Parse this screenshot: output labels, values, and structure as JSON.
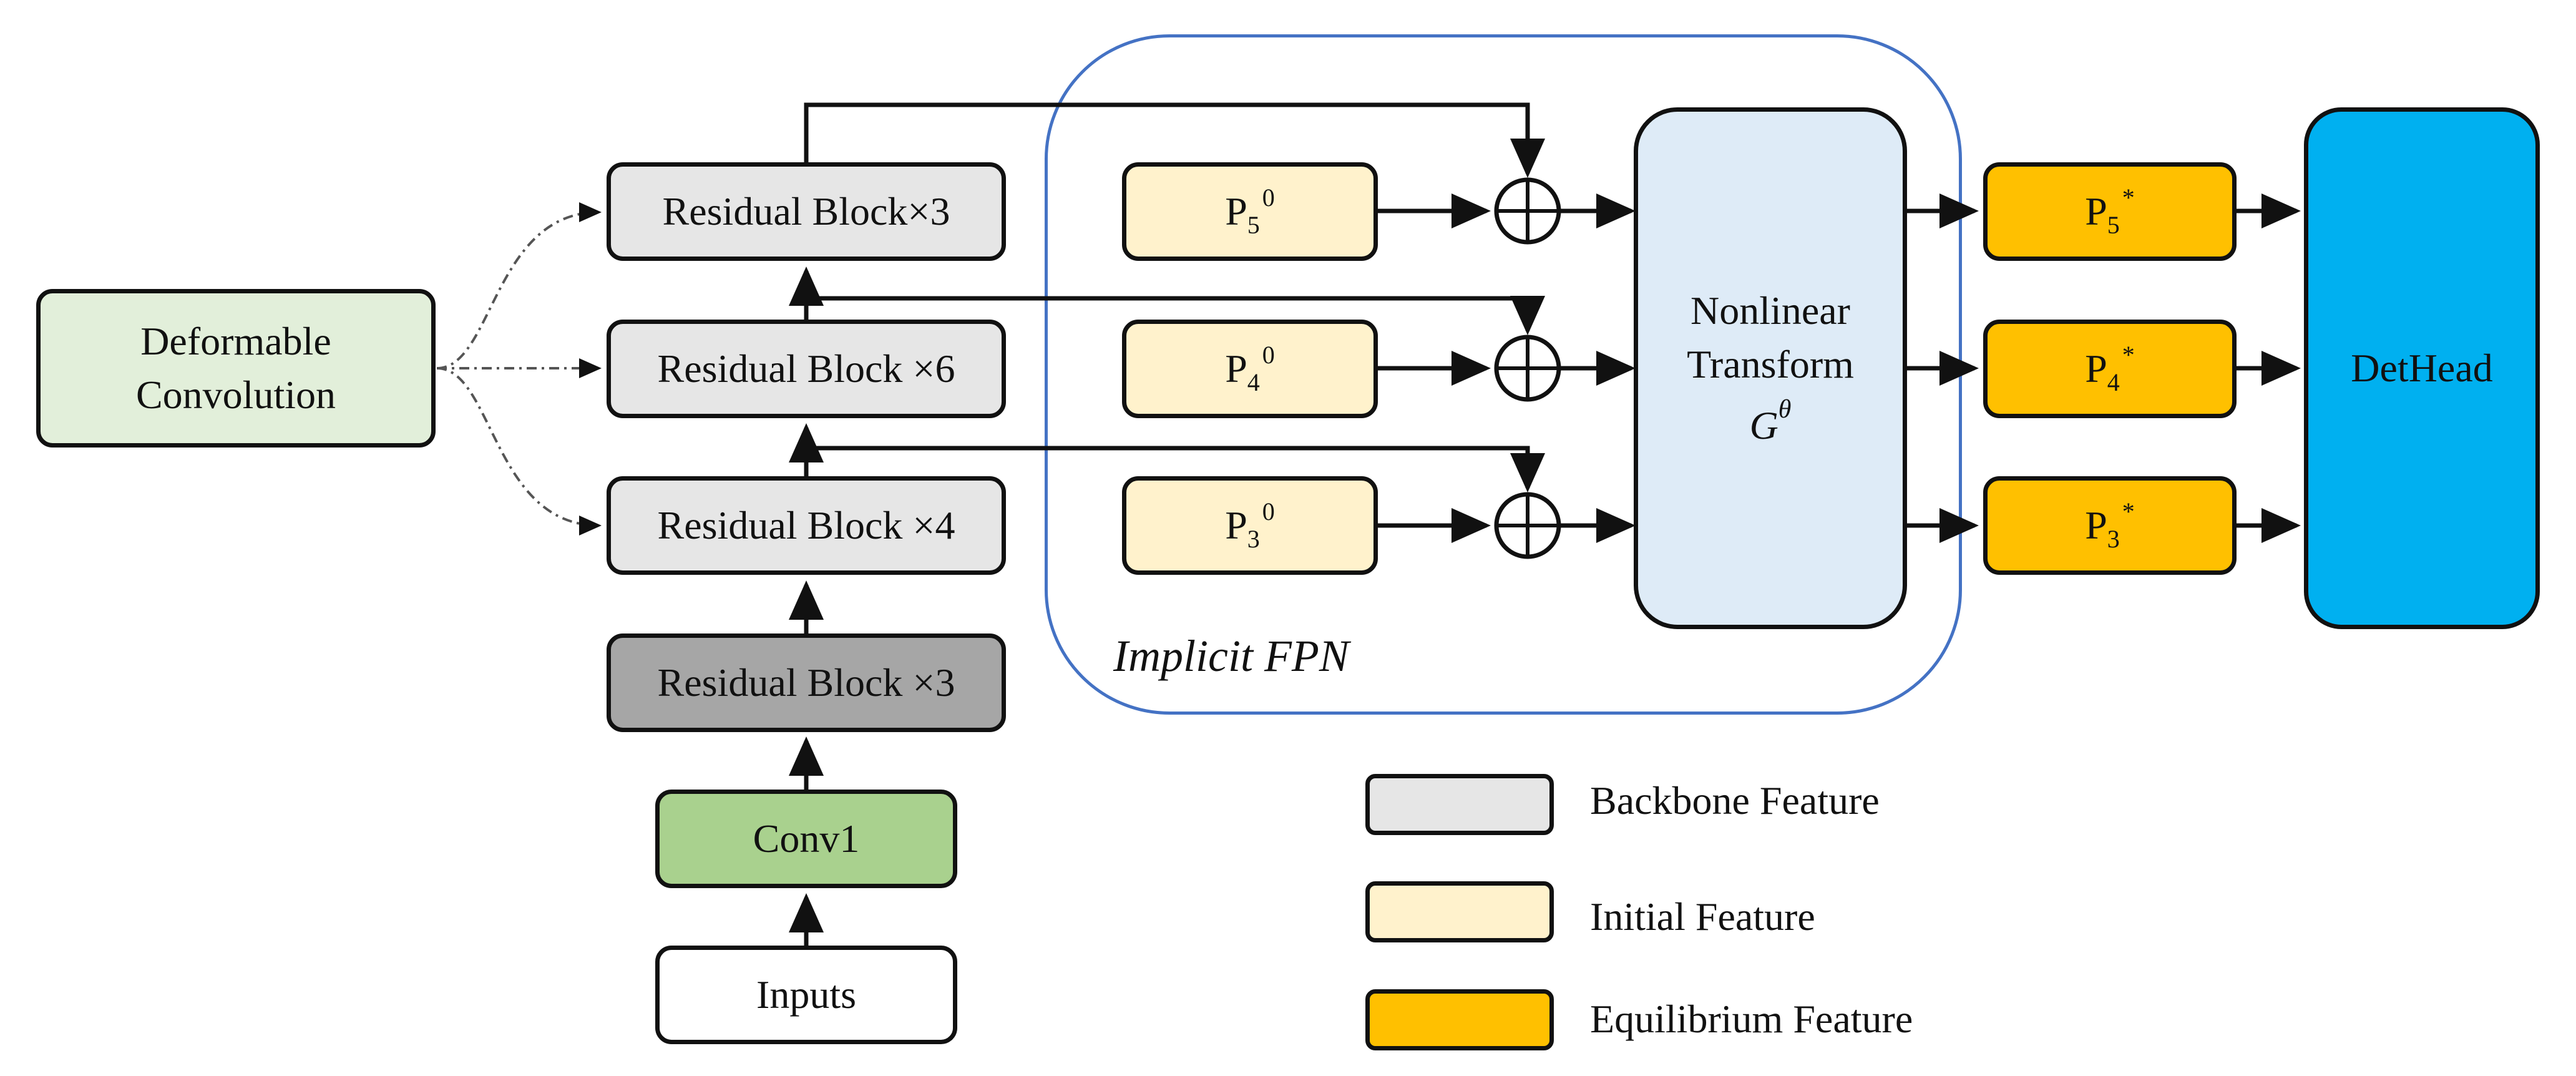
{
  "colors": {
    "backbone_light": "#e6e6e6",
    "backbone_dark": "#a6a6a6",
    "conv_green": "#a9d18e",
    "deform_green": "#e2efda",
    "initial_cream": "#fff2cc",
    "equilibrium_gold": "#ffc000",
    "nonlinear_blue": "#deebf7",
    "dethead_blue": "#00b0f0",
    "fpn_outline": "#4472c4",
    "input_white": "#ffffff"
  },
  "backbone": {
    "inputs": "Inputs",
    "conv1": "Conv1",
    "stage2": "Residual Block ×3",
    "stage3": "Residual Block ×4",
    "stage4": "Residual Block ×6",
    "stage5": "Residual Block×3"
  },
  "deformable": {
    "line1": "Deformable",
    "line2": "Convolution"
  },
  "implicit_fpn": {
    "caption": "Implicit FPN",
    "initial": [
      {
        "base": "P",
        "sub": "5",
        "sup": "0"
      },
      {
        "base": "P",
        "sub": "4",
        "sup": "0"
      },
      {
        "base": "P",
        "sub": "3",
        "sup": "0"
      }
    ],
    "transform": {
      "line1": "Nonlinear",
      "line2": "Transform",
      "symbol": "G",
      "symbol_sup": "θ"
    }
  },
  "equilibrium": [
    {
      "base": "P",
      "sub": "5",
      "sup": "*"
    },
    {
      "base": "P",
      "sub": "4",
      "sup": "*"
    },
    {
      "base": "P",
      "sub": "3",
      "sup": "*"
    }
  ],
  "dethead": "DetHead",
  "legend": {
    "items": [
      {
        "label": "Backbone Feature",
        "color_key": "backbone_light"
      },
      {
        "label": "Initial Feature",
        "color_key": "initial_cream"
      },
      {
        "label": "Equilibrium Feature",
        "color_key": "equilibrium_gold"
      }
    ]
  }
}
